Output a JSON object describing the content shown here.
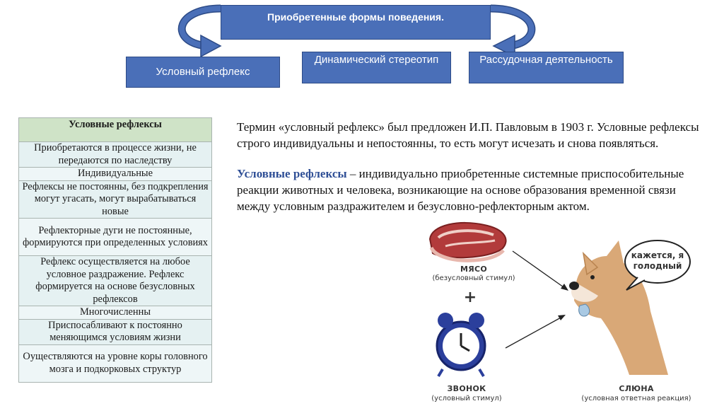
{
  "header": {
    "title": "Приобретенные формы поведения.",
    "boxes": [
      {
        "label": "Условный рефлекс"
      },
      {
        "label": "Динамический стереотип"
      },
      {
        "label": "Рассудочная деятельность"
      }
    ]
  },
  "table": {
    "header": "Условные рефлексы",
    "rows": [
      "Приобретаются в процессе жизни, не передаются по наследству",
      "Индивидуальные",
      "Рефлексы не постоянны, без подкрепления могут угасать, могут вырабатываться новые",
      "Рефлекторные дуги не постоянные, формируются при определенных условиях",
      "Рефлекс осуществляется на любое условное раздражение. Рефлекс формируется на основе безусловных рефлексов",
      "Многочисленны",
      "Приспосабливают к постоянно меняющимся условиям жизни",
      "Оуществляются на уровне коры головного мозга и подкорковых структур"
    ]
  },
  "text": {
    "para1": "Термин «условный рефлекс» был предложен И.П. Павловым в 1903 г. Условные рефлексы строго индивидуальны и непостоянны, то есть могут исчезать и снова появляться.",
    "term": "Условные рефлексы",
    "para2_rest": " – индивидуально приобретенные системные приспособительные реакции животных и человека, возникающие на основе образования временной связи между условным раздражителем и безусловно-рефлекторным актом."
  },
  "illustration": {
    "meat_label": "МЯСО",
    "meat_sub": "(безусловный стимул)",
    "plus": "+",
    "bell_label": "ЗВОНОК",
    "bell_sub": "(условный стимул)",
    "saliva_label": "СЛЮНА",
    "saliva_sub": "(условная ответная реакция)",
    "speech": "кажется, я голодный"
  },
  "colors": {
    "box_blue": "#4a6fb8",
    "term_blue": "#2f4f96",
    "table_header_green": "#cfe3c7",
    "table_cell": "#e5f1f2"
  }
}
